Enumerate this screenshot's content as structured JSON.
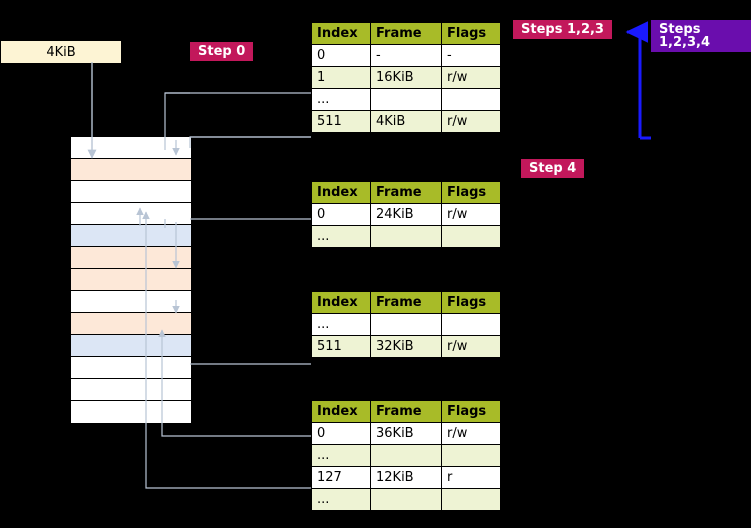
{
  "labels": {
    "size_box": "4KiB",
    "step0": "Step 0",
    "steps123": "Steps 1,2,3",
    "steps1234": "Steps 1,2,3,4",
    "step4": "Step 4"
  },
  "columns": {
    "index": "Index",
    "frame": "Frame",
    "flags": "Flags"
  },
  "tables": [
    {
      "name": "page-table-level-0",
      "rows": [
        {
          "index": "0",
          "frame": "-",
          "flags": "-",
          "shade": "white"
        },
        {
          "index": "1",
          "frame": "16KiB",
          "flags": "r/w",
          "shade": "olive"
        },
        {
          "index": "...",
          "frame": "",
          "flags": "",
          "shade": "white"
        },
        {
          "index": "511",
          "frame": "4KiB",
          "flags": "r/w",
          "shade": "olive"
        }
      ]
    },
    {
      "name": "page-table-level-1",
      "rows": [
        {
          "index": "0",
          "frame": "24KiB",
          "flags": "r/w",
          "shade": "white"
        },
        {
          "index": "...",
          "frame": "",
          "flags": "",
          "shade": "olive"
        }
      ]
    },
    {
      "name": "page-table-level-2",
      "rows": [
        {
          "index": "...",
          "frame": "",
          "flags": "",
          "shade": "white"
        },
        {
          "index": "511",
          "frame": "32KiB",
          "flags": "r/w",
          "shade": "olive"
        }
      ]
    },
    {
      "name": "page-table-level-3",
      "rows": [
        {
          "index": "0",
          "frame": "36KiB",
          "flags": "r/w",
          "shade": "white"
        },
        {
          "index": "...",
          "frame": "",
          "flags": "",
          "shade": "olive"
        },
        {
          "index": "127",
          "frame": "12KiB",
          "flags": "r",
          "shade": "white"
        },
        {
          "index": "...",
          "frame": "",
          "flags": "",
          "shade": "olive"
        }
      ]
    }
  ],
  "memory_rows": [
    {
      "shade": "white"
    },
    {
      "shade": "peach"
    },
    {
      "shade": "white"
    },
    {
      "shade": "white"
    },
    {
      "shade": "blue"
    },
    {
      "shade": "peach"
    },
    {
      "shade": "peach"
    },
    {
      "shade": "white"
    },
    {
      "shade": "peach"
    },
    {
      "shade": "blue"
    },
    {
      "shade": "white"
    },
    {
      "shade": "white"
    },
    {
      "shade": "white"
    }
  ],
  "colors": {
    "header": "#a8bb28",
    "row_olive": "#eef3d4",
    "size_box": "#fdf4d4",
    "step0_bg": "#c2185b",
    "steps1234_bg": "#6a0dad",
    "arrow_blue": "#1a1aff",
    "arrow_grey": "#b8c4d4"
  }
}
